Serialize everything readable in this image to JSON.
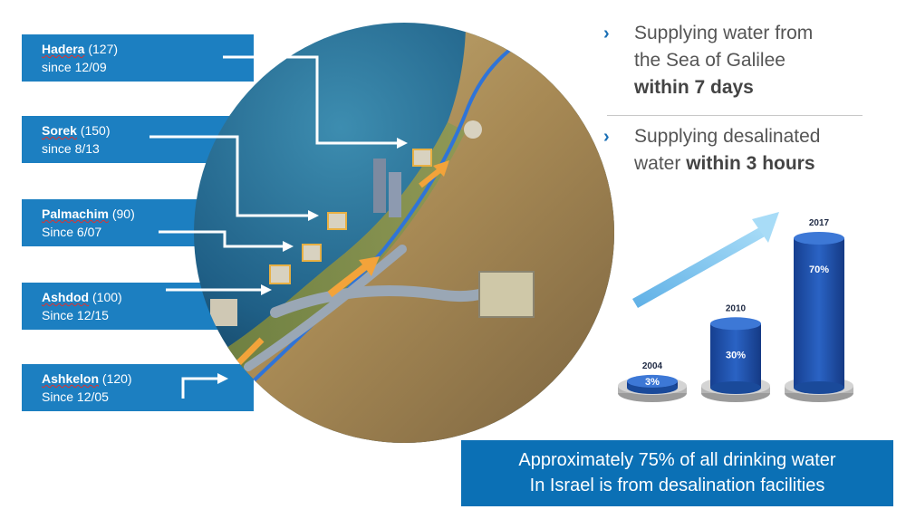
{
  "plants": [
    {
      "name": "Hadera",
      "capacity": "(127)",
      "since": "since 12/09"
    },
    {
      "name": "Sorek",
      "capacity": "(150)",
      "since": "since 8/13"
    },
    {
      "name": "Palmachim",
      "capacity": "(90)",
      "since": "Since 6/07"
    },
    {
      "name": "Ashdod",
      "capacity": "(100)",
      "since": "Since 12/15"
    },
    {
      "name": "Ashkelon",
      "capacity": "(120)",
      "since": "Since 12/05"
    }
  ],
  "bullets": [
    {
      "line1": "Supplying water from",
      "line2": "the Sea of Galilee",
      "bold": "within 7 days"
    },
    {
      "line1": "Supplying desalinated",
      "line2_pre": "water ",
      "bold": "within 3 hours"
    }
  ],
  "note": {
    "line1": "Approximately 75% of all drinking water",
    "line2": "In Israel is from desalination facilities"
  },
  "chart_data": {
    "type": "bar",
    "categories": [
      "2004",
      "2010",
      "2017"
    ],
    "values": [
      3,
      30,
      70
    ],
    "value_labels": [
      "3%",
      "30%",
      "70%"
    ],
    "unit": "%"
  },
  "colors": {
    "accent_blue": "#1c7fc1",
    "note_blue": "#0b70b5",
    "cylinder_blue": "#1a4fa8",
    "trend_arrow": "#7cc4ee"
  }
}
